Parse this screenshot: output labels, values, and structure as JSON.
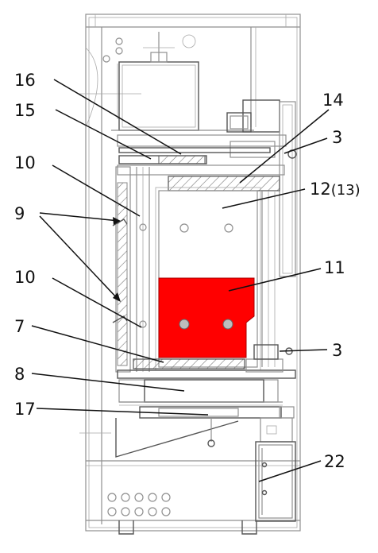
{
  "colors": {
    "highlight": "#ff0000",
    "line": "#8f8f8f",
    "label": "#111111"
  },
  "labels": {
    "l16": "16",
    "l15": "15",
    "l14": "14",
    "l3a": "3",
    "l10a": "10",
    "l12": "12",
    "l12_sub": "(13)",
    "l9": "9",
    "l10b": "10",
    "l11": "11",
    "l7": "7",
    "l3b": "3",
    "l8": "8",
    "l17": "17",
    "l22": "22"
  }
}
